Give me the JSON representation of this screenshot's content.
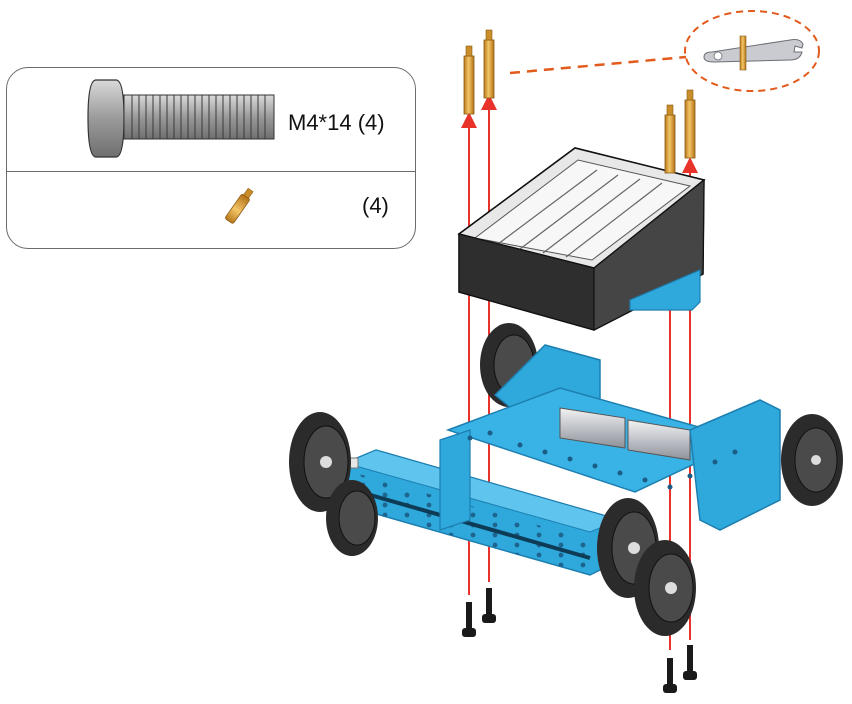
{
  "parts_list": {
    "items": [
      {
        "name": "screw",
        "label": "M4*14 (4)",
        "icon": "button-head-screw-icon"
      },
      {
        "name": "standoff",
        "label": "(4)",
        "icon": "brass-standoff-icon"
      }
    ]
  },
  "colors": {
    "frame_blue": "#2fa8dc",
    "frame_blue_dark": "#1d7fb0",
    "battery_holder": "#3a3a3a",
    "standoff_brass": "#e3a83a",
    "screw_black": "#1a1a1a",
    "arrow_red": "#e8322a",
    "callout_orange": "#e25a1c",
    "wrench_gray": "#c9cbd0"
  }
}
